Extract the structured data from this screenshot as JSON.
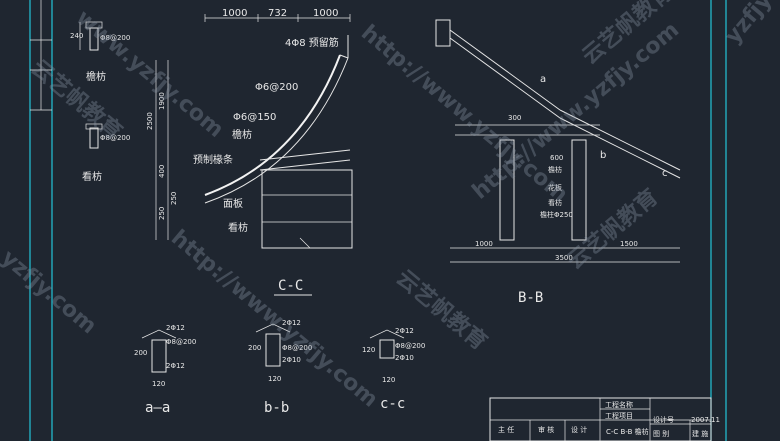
{
  "section_cc": {
    "title": "C-C",
    "dims_top": [
      "1000",
      "732",
      "1000"
    ],
    "dims_vertical": [
      "2500",
      "1900",
      "400",
      "250",
      "250"
    ],
    "rebar": "4Φ8 预留筋",
    "pipe1": "Φ6@200",
    "pipe2": "Φ6@150",
    "labels": [
      "檐枋",
      "预制椽条",
      "面板",
      "看枋"
    ]
  },
  "section_bb": {
    "title": "B-B",
    "dims_bottom": [
      "1000",
      "1500"
    ],
    "dim_total": "3500",
    "dim_small": "300",
    "dim_mid": "600",
    "labels": [
      "檐枋",
      "花板",
      "看枋",
      "檐柱Φ250"
    ],
    "marks": [
      "a",
      "b",
      "c"
    ]
  },
  "left_details": {
    "label_top": "檐枋",
    "label_mid": "看枋",
    "dim_top": "240",
    "rebar": "Φ8@200"
  },
  "sections_bottom": [
    {
      "title": "a—a",
      "dim_w": "120",
      "dim_h": "200",
      "r1": "2Φ12",
      "r2": "Φ8@200",
      "r3": "2Φ12"
    },
    {
      "title": "b-b",
      "dim_w": "120",
      "dim_h": "200",
      "r1": "2Φ12",
      "r2": "Φ8@200",
      "r3": "2Φ10"
    },
    {
      "title": "c-c",
      "dim_w": "120",
      "dim_h": "120",
      "r1": "2Φ12",
      "r2": "Φ8@200",
      "r3": "2Φ10"
    }
  ],
  "title_block": {
    "project_name": "工程名称",
    "project_item": "工程项目",
    "drawing_title": "C-C  B-B  檐枋",
    "design_no": "设计号",
    "date": "2007.11",
    "drawing_no": "图 别",
    "sheet": "建 施",
    "chief": "主 任",
    "review": "审 核",
    "designer": "设 计"
  },
  "watermarks": [
    "www.yzfjy.com",
    "http://www.yzfjy.com",
    "云艺帆教育",
    "http://www.yzfjy.com",
    "云艺帆教育",
    "yzfjy.com",
    "云艺帆教育",
    "http://www.yzfjy.com",
    "云艺帆教育",
    "yzfjy"
  ]
}
